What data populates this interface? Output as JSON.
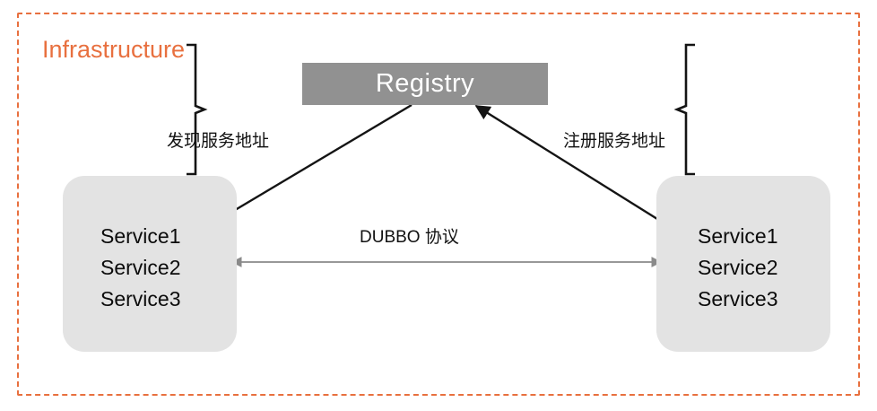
{
  "diagram": {
    "boundary": {
      "title": "Infrastructure",
      "border_style": "dashed",
      "border_color": "#e8703f",
      "title_color": "#e8703f"
    },
    "registry": {
      "label": "Registry",
      "fill_color": "#919191",
      "text_color": "#ffffff"
    },
    "nodes": [
      {
        "id": "consumer",
        "side": "left",
        "fill_color": "#e3e3e3",
        "services": [
          "Service1",
          "Service2",
          "Service3"
        ],
        "brace": "right-curly-brace"
      },
      {
        "id": "provider",
        "side": "right",
        "fill_color": "#e3e3e3",
        "services": [
          "Service1",
          "Service2",
          "Service3"
        ],
        "brace": "left-curly-brace"
      }
    ],
    "edges": [
      {
        "id": "discover",
        "label": "发现服务地址",
        "from": "registry",
        "to": "consumer",
        "arrow": "single",
        "color": "#141414"
      },
      {
        "id": "register",
        "label": "注册服务地址",
        "from": "provider",
        "to": "registry",
        "arrow": "single",
        "color": "#141414"
      },
      {
        "id": "protocol",
        "label": "DUBBO 协议",
        "from": "consumer",
        "to": "provider",
        "arrow": "double",
        "color": "#808080"
      }
    ]
  }
}
